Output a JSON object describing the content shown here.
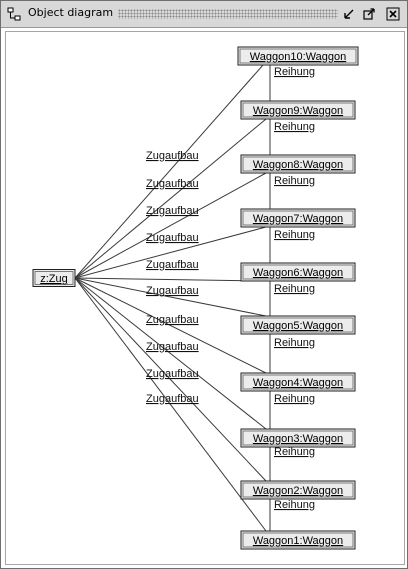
{
  "window": {
    "title": "Object diagram"
  },
  "toolbar": {
    "icons": [
      "diagram-icon",
      "minimize-icon",
      "maximize-icon",
      "close-icon"
    ]
  },
  "diagram": {
    "root": "z:Zug",
    "waggons": [
      "Waggon10:Waggon",
      "Waggon9:Waggon",
      "Waggon8:Waggon",
      "Waggon7:Waggon",
      "Waggon6:Waggon",
      "Waggon5:Waggon",
      "Waggon4:Waggon",
      "Waggon3:Waggon",
      "Waggon2:Waggon",
      "Waggon1:Waggon"
    ],
    "composition_labels": [
      "Zugaufbau",
      "Zugaufbau",
      "Zugaufbau",
      "Zugaufbau",
      "Zugaufbau",
      "Zugaufbau",
      "Zugaufbau",
      "Zugaufbau",
      "Zugaufbau",
      "Zugaufbau"
    ],
    "chain_labels": [
      "Reihung",
      "Reihung",
      "Reihung",
      "Reihung",
      "Reihung",
      "Reihung",
      "Reihung",
      "Reihung",
      "Reihung"
    ]
  }
}
